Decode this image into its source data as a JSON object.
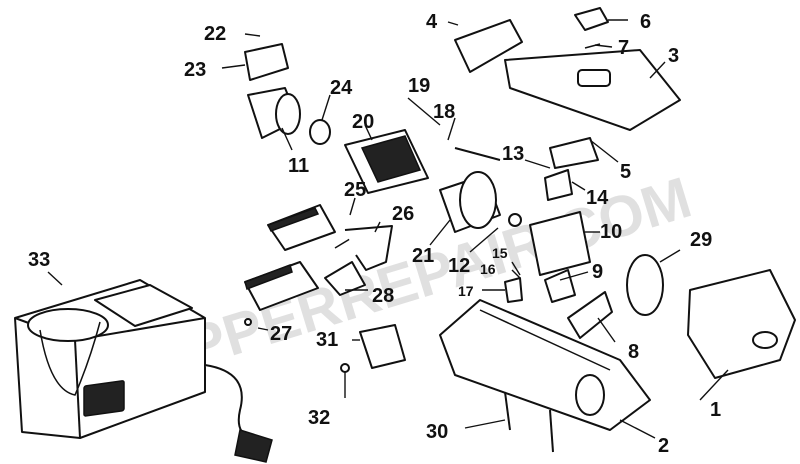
{
  "watermark": "CLIPPERREPAIR.COM",
  "labels": [
    {
      "id": "1",
      "text": "1"
    },
    {
      "id": "2",
      "text": "2"
    },
    {
      "id": "3",
      "text": "3"
    },
    {
      "id": "4",
      "text": "4"
    },
    {
      "id": "5",
      "text": "5"
    },
    {
      "id": "6",
      "text": "6"
    },
    {
      "id": "7",
      "text": "7"
    },
    {
      "id": "8",
      "text": "8"
    },
    {
      "id": "9",
      "text": "9"
    },
    {
      "id": "10",
      "text": "10"
    },
    {
      "id": "11",
      "text": "11"
    },
    {
      "id": "12",
      "text": "12"
    },
    {
      "id": "13",
      "text": "13"
    },
    {
      "id": "14",
      "text": "14"
    },
    {
      "id": "15",
      "text": "15"
    },
    {
      "id": "16",
      "text": "16"
    },
    {
      "id": "17",
      "text": "17"
    },
    {
      "id": "18",
      "text": "18"
    },
    {
      "id": "19",
      "text": "19"
    },
    {
      "id": "20",
      "text": "20"
    },
    {
      "id": "21",
      "text": "21"
    },
    {
      "id": "22",
      "text": "22"
    },
    {
      "id": "23",
      "text": "23"
    },
    {
      "id": "24",
      "text": "24"
    },
    {
      "id": "25",
      "text": "25"
    },
    {
      "id": "26",
      "text": "26"
    },
    {
      "id": "27",
      "text": "27"
    },
    {
      "id": "28",
      "text": "28"
    },
    {
      "id": "29",
      "text": "29"
    },
    {
      "id": "30",
      "text": "30"
    },
    {
      "id": "31",
      "text": "31"
    },
    {
      "id": "32",
      "text": "32"
    },
    {
      "id": "33",
      "text": "33"
    }
  ]
}
